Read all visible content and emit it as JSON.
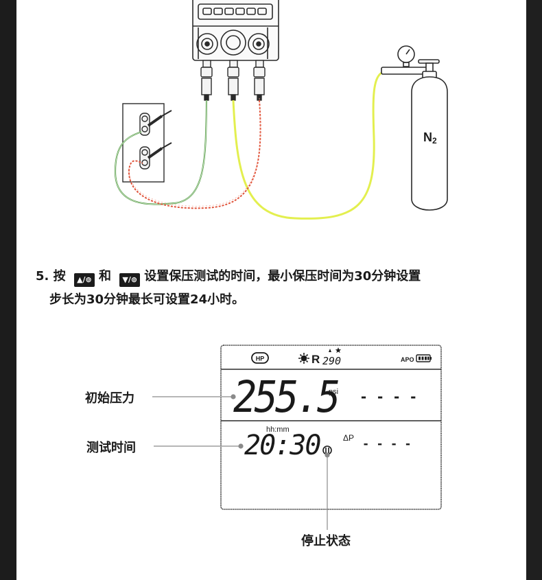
{
  "diagram": {
    "gas_label": "N2",
    "gas_symbol": "N",
    "gas_subscript": "2"
  },
  "instruction": {
    "number": "5.",
    "press": "按",
    "key_up": "▲/⊚",
    "and": "和",
    "key_down": "▼/⊚",
    "line1_rest": "设置保压测试的时间，最小保压时间为30分钟设置",
    "line2": "步长为30分钟最长可设置24小时。"
  },
  "lcd": {
    "hp_badge": "HP",
    "refrigerant_prefix": "R",
    "refrigerant_code": "290",
    "apo": "APO",
    "pressure_value": "255.5",
    "pressure_unit": "psi",
    "pressure_secondary": "- - - -",
    "time_unit": "hh:mm",
    "time_value": "20:30",
    "delta_label": "ΔP",
    "delta_value": "- - - -"
  },
  "callouts": {
    "initial_pressure": "初始压力",
    "test_time": "测试时间",
    "stop_status": "停止状态"
  },
  "colors": {
    "green_hose": "#5aa04a",
    "yellow_hose": "#e3ef4f",
    "red_hose": "#e0533a",
    "ink": "#1a1a1a"
  }
}
